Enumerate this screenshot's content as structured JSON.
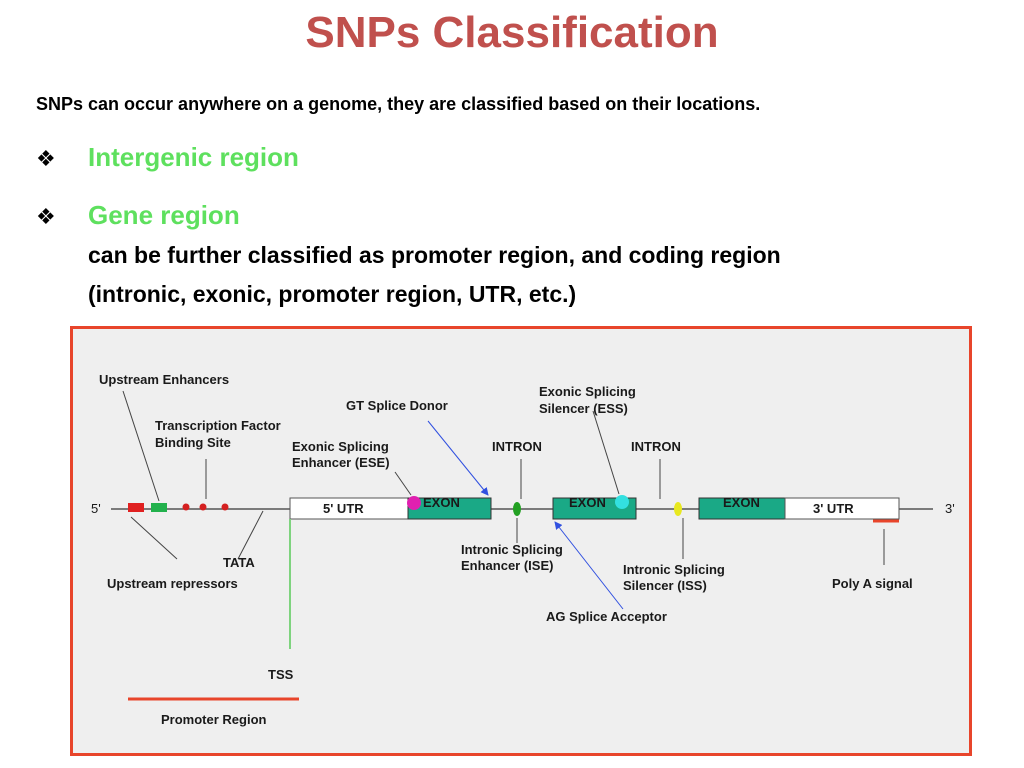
{
  "slide": {
    "title": "SNPs Classification",
    "intro": "SNPs can occur anywhere on a genome, they are classified based on their locations.",
    "bullet_glyph": "❖",
    "bullets": [
      {
        "heading": "Intergenic region"
      },
      {
        "heading": "Gene region",
        "lines": [
          "can be further classified as promoter region, and coding region",
          "(intronic, exonic, promoter region, UTR, etc.)"
        ]
      }
    ]
  },
  "diagram": {
    "five_prime": "5'",
    "three_prime": "3'",
    "utr5": "5' UTR",
    "utr3": "3' UTR",
    "exon": "EXON",
    "labels": {
      "upstream_enhancers": "Upstream Enhancers",
      "tfbs_1": "Transcription Factor",
      "tfbs_2": "Binding Site",
      "gt_donor": "GT Splice Donor",
      "ese_1": "Exonic Splicing",
      "ese_2": "Enhancer (ESE)",
      "intron_1": "INTRON",
      "ess_1": "Exonic Splicing",
      "ess_2": "Silencer (ESS)",
      "intron_2": "INTRON",
      "ise_1": "Intronic Splicing",
      "ise_2": "Enhancer (ISE)",
      "iss_1": "Intronic Splicing",
      "iss_2": "Silencer (ISS)",
      "ag_acceptor": "AG Splice Acceptor",
      "tata": "TATA",
      "upstream_repressors": "Upstream repressors",
      "poly_a": "Poly A signal",
      "tss": "TSS",
      "promoter_region": "Promoter Region"
    },
    "colors": {
      "exon": "#1aa986",
      "repressor_box": "#e02020",
      "enhancer_box": "#22b14c",
      "tf_dot": "#d42020",
      "ese_dot": "#e020b0",
      "ess_dot": "#33e0e0",
      "ise_mark": "#22a022",
      "iss_mark": "#e8e820",
      "promoter_bar": "#e8452b",
      "tss_line": "#7ed37e",
      "arrow": "#3050e0"
    }
  }
}
